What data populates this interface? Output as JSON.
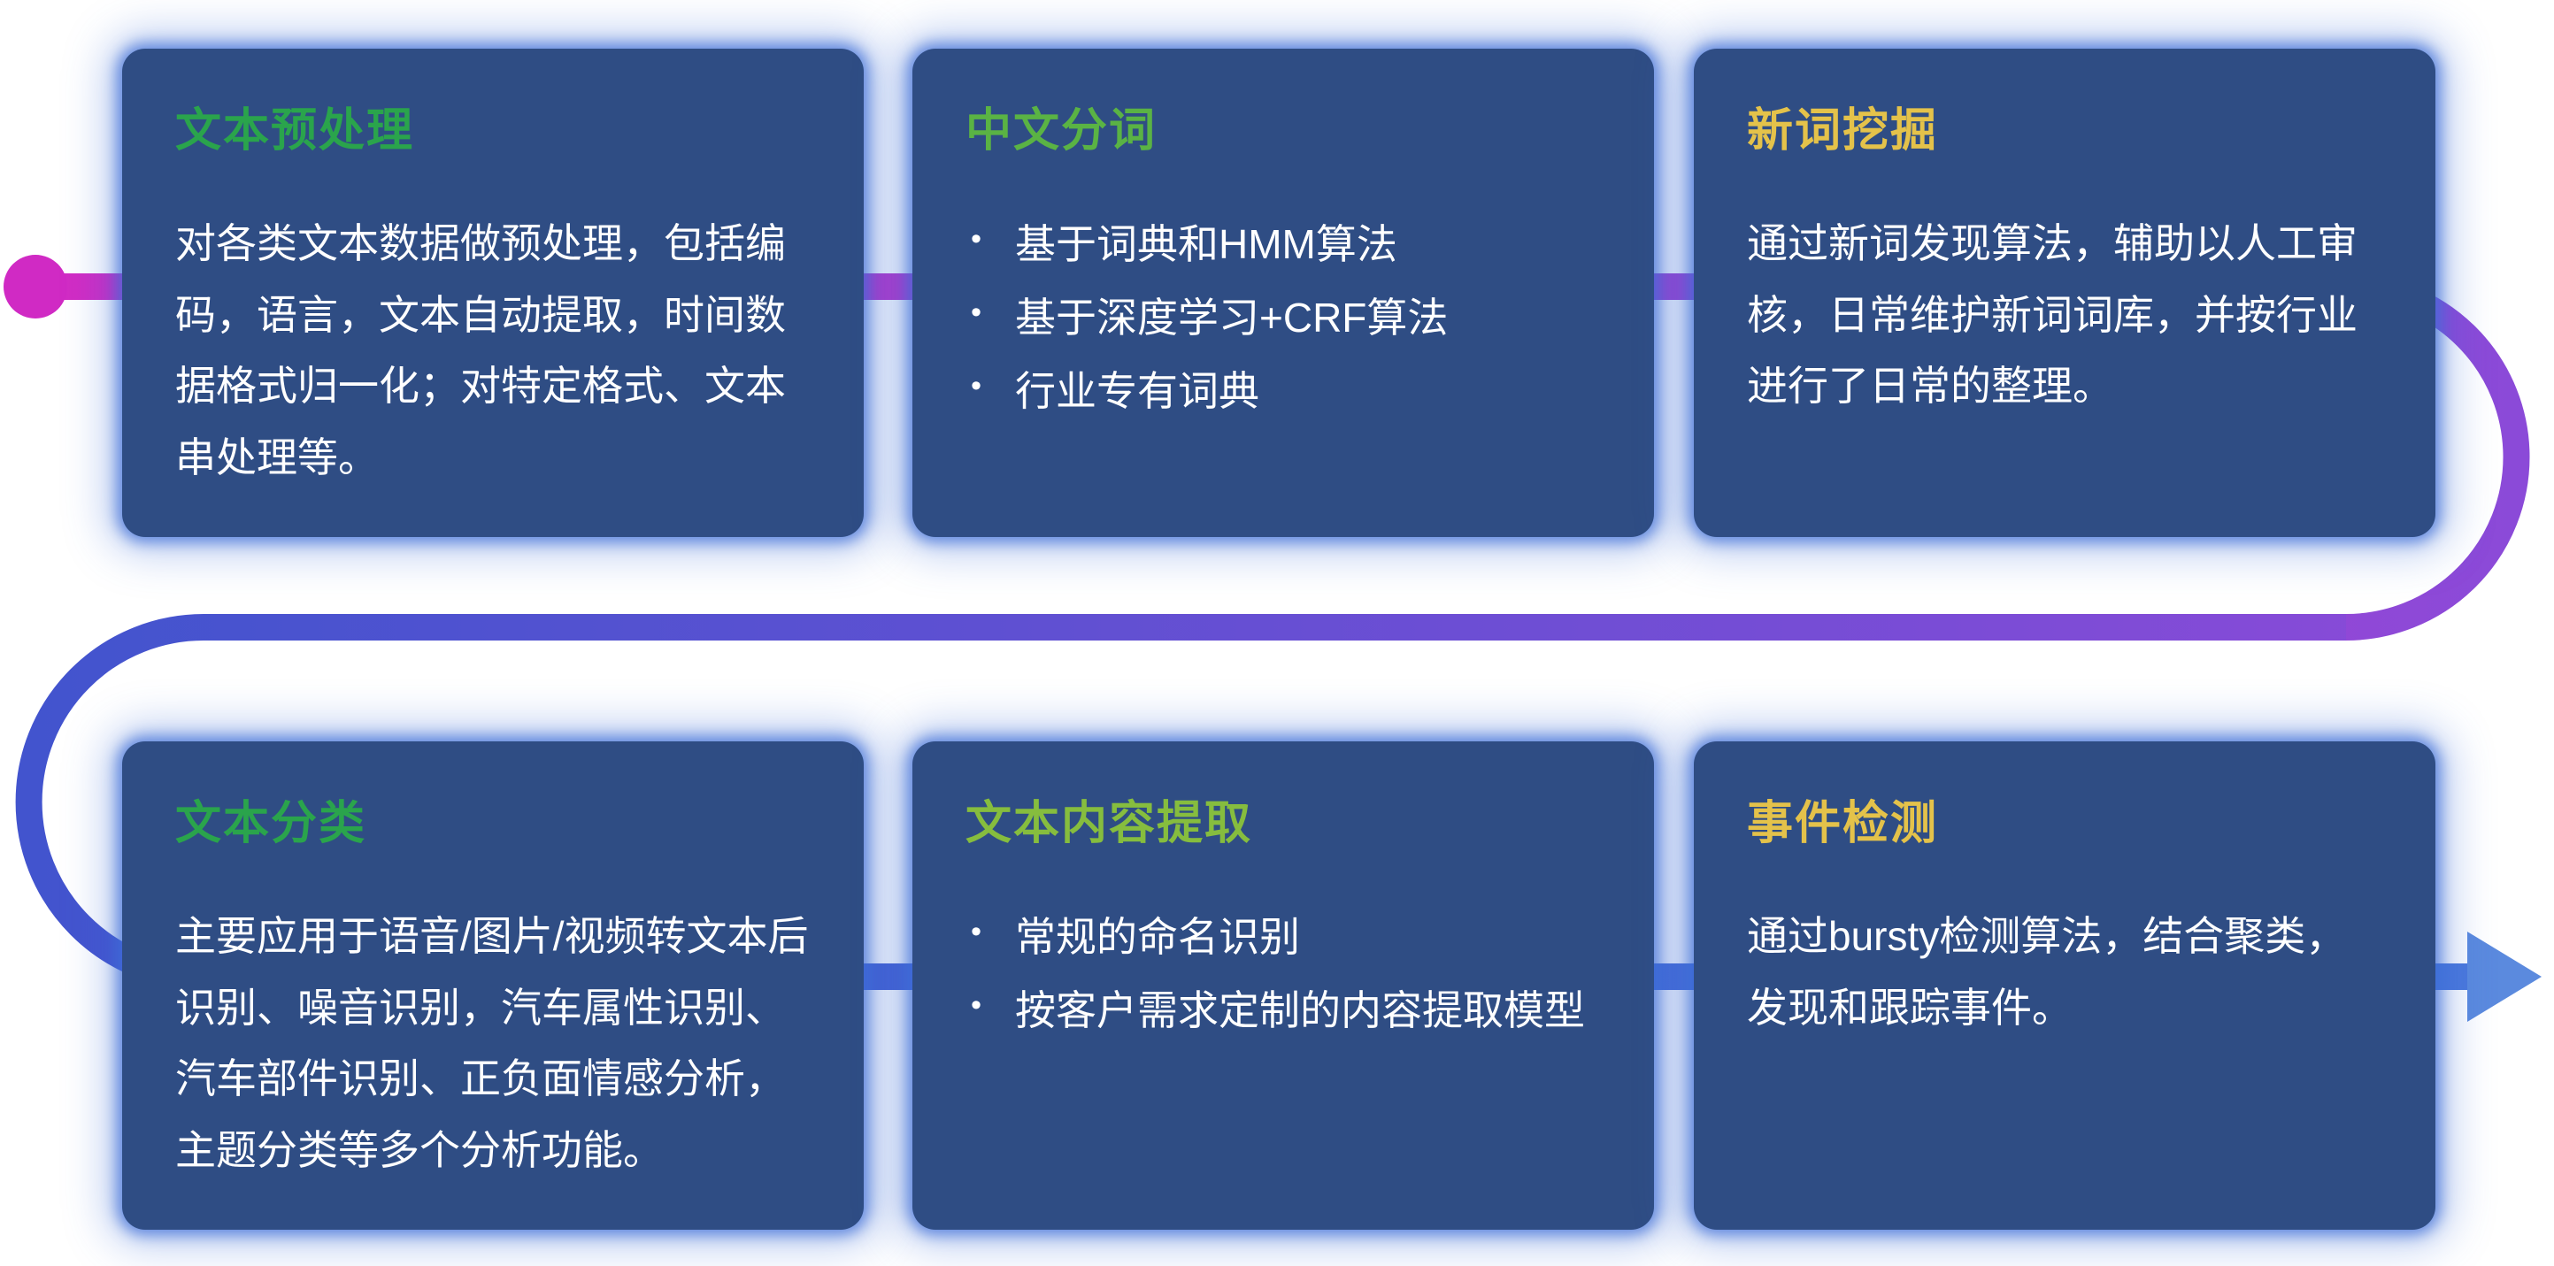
{
  "page": {
    "background": "#ffffff"
  },
  "connector": {
    "dot_color": "#d02ac4",
    "arrow_color": "#5b8ade",
    "colors": {
      "magenta": "#d32bc4",
      "purple_mid": "#a93ecf",
      "purple": "#8b4ad8",
      "blue_dark": "#4254ce",
      "blue": "#3f68d5",
      "blue_light": "#4a78dc"
    }
  },
  "cards": [
    {
      "id": "text-preprocessing",
      "title": "文本预处理",
      "title_color": "#2aa44c",
      "body": "对各类文本数据做预处理，包括编码，语言，文本自动提取，时间数据格式归一化；对特定格式、文本串处理等。",
      "bullets": []
    },
    {
      "id": "chinese-word-segmentation",
      "title": "中文分词",
      "title_color": "#5ab344",
      "body": "",
      "bullets": [
        "基于词典和HMM算法",
        "基于深度学习+CRF算法",
        "行业专有词典"
      ]
    },
    {
      "id": "new-word-mining",
      "title": "新词挖掘",
      "title_color": "#e4c24a",
      "body": "通过新词发现算法，辅助以人工审核，日常维护新词词库，并按行业进行了日常的整理。",
      "bullets": []
    },
    {
      "id": "text-classification",
      "title": "文本分类",
      "title_color": "#2aa44c",
      "body": "主要应用于语音/图片/视频转文本后识别、噪音识别，汽车属性识别、汽车部件识别、正负面情感分析，主题分类等多个分析功能。",
      "bullets": []
    },
    {
      "id": "text-content-extraction",
      "title": "文本内容提取",
      "title_color": "#86bd3e",
      "body": "",
      "bullets": [
        "常规的命名识别",
        "按客户需求定制的内容提取模型"
      ]
    },
    {
      "id": "event-detection",
      "title": "事件检测",
      "title_color": "#e4c24a",
      "body": "通过bursty检测算法，结合聚类，发现和跟踪事件。",
      "bullets": []
    }
  ]
}
